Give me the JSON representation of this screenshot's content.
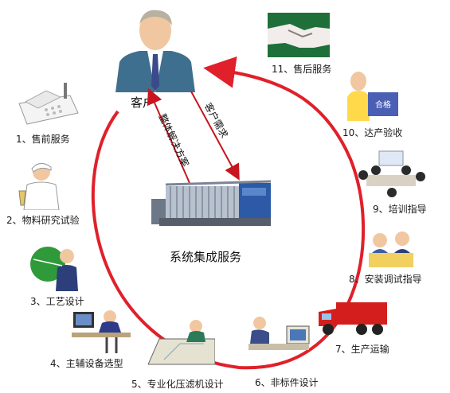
{
  "center": {
    "customer": "客户",
    "system": "系统集成服务"
  },
  "arrows": {
    "demand": "客户需求",
    "solution": "整体解决方案"
  },
  "steps": [
    {
      "label": "1、售前服务",
      "icon": "telephone-icon"
    },
    {
      "label": "2、物料研究试验",
      "icon": "lab-researcher-icon"
    },
    {
      "label": "3、工艺设计",
      "icon": "engineer-drafting-icon"
    },
    {
      "label": "4、主辅设备选型",
      "icon": "computer-workstation-icon"
    },
    {
      "label": "5、专业化压滤机设计",
      "icon": "designer-drafting-table-icon"
    },
    {
      "label": "6、非标件设计",
      "icon": "cad-designer-icon"
    },
    {
      "label": "7、生产运输",
      "icon": "red-truck-icon"
    },
    {
      "label": "8、安装调试指导",
      "icon": "installation-guide-icon"
    },
    {
      "label": "9、培训指导",
      "icon": "training-meeting-icon"
    },
    {
      "label": "10、达产验收",
      "icon": "qualified-inspector-icon"
    },
    {
      "label": "11、售后服务",
      "icon": "handshake-icon"
    }
  ],
  "qualified_sign": "合格",
  "colors": {
    "cycle": "#e0202a",
    "arrow": "#c8151f",
    "machine": "#8a96a8",
    "truck": "#d41e1e"
  }
}
